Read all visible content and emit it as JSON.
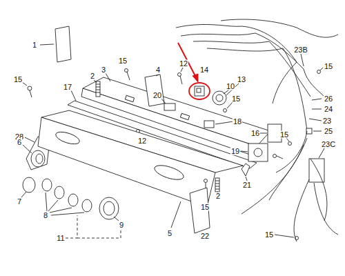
{
  "diagram": {
    "labels": [
      "1",
      "15",
      "28",
      "2",
      "3",
      "15",
      "4",
      "12",
      "14",
      "10",
      "13",
      "23B",
      "15",
      "26",
      "24",
      "17",
      "20",
      "12",
      "15",
      "16",
      "23",
      "18",
      "15",
      "25",
      "6",
      "19",
      "21",
      "23C",
      "7",
      "8",
      "2",
      "15",
      "9",
      "5",
      "22",
      "11",
      "15"
    ]
  }
}
